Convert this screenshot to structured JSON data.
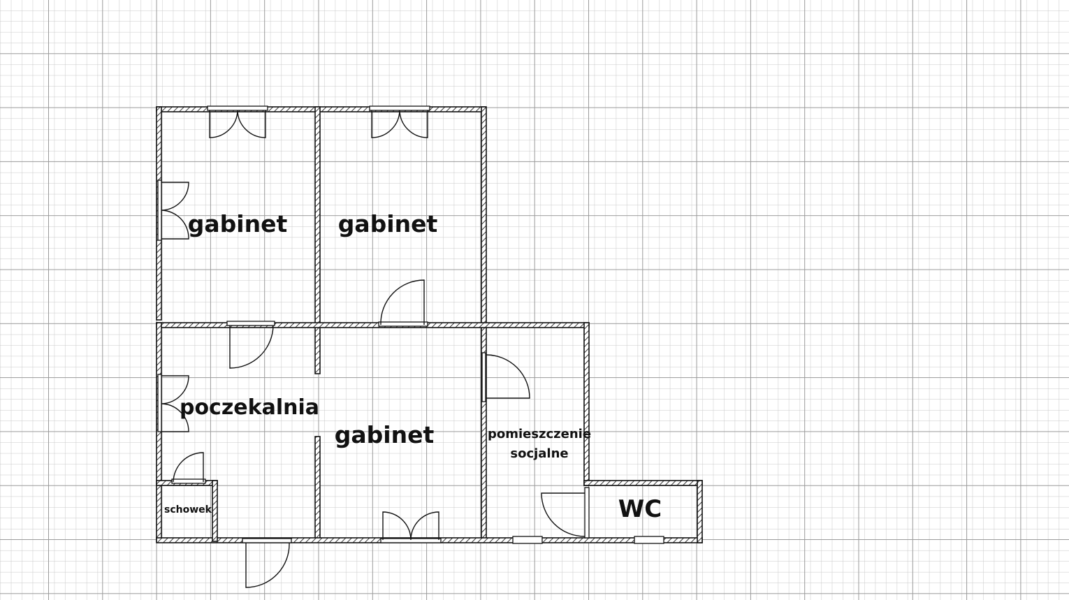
{
  "colors": {
    "grid_minor": "#c8c8c8",
    "grid_major": "#9a9a9a",
    "wall": "#111111"
  },
  "rooms": {
    "gabinet_top_left": "gabinet",
    "gabinet_top_right": "gabinet",
    "gabinet_bottom": "gabinet",
    "poczekalnia": "poczekalnia",
    "socjalne_line1": "pomieszczenie",
    "socjalne_line2": "socjalne",
    "wc": "WC",
    "schowek": "schowek"
  }
}
